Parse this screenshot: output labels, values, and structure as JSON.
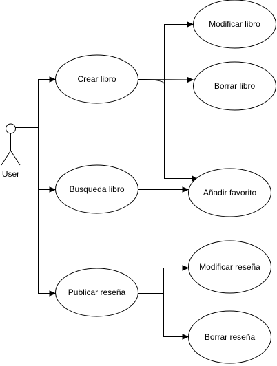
{
  "diagram": {
    "actor": {
      "label": "User"
    },
    "use_cases": {
      "crear_libro": "Crear libro",
      "modificar_libro": "Modificar libro",
      "borrar_libro": "Borrar libro",
      "busqueda_libro": "Busqueda libro",
      "anadir_favorito": "Añadir favorito",
      "publicar_resena": "Publicar reseña",
      "modificar_resena": "Modificar reseña",
      "borrar_resena": "Borrar reseña"
    },
    "relations": [
      {
        "from": "actor",
        "to": "crear_libro"
      },
      {
        "from": "actor",
        "to": "busqueda_libro"
      },
      {
        "from": "actor",
        "to": "publicar_resena"
      },
      {
        "from": "crear_libro",
        "to": "modificar_libro"
      },
      {
        "from": "crear_libro",
        "to": "borrar_libro"
      },
      {
        "from": "crear_libro",
        "to": "anadir_favorito"
      },
      {
        "from": "busqueda_libro",
        "to": "anadir_favorito"
      },
      {
        "from": "publicar_resena",
        "to": "modificar_resena"
      },
      {
        "from": "publicar_resena",
        "to": "borrar_resena"
      }
    ]
  }
}
